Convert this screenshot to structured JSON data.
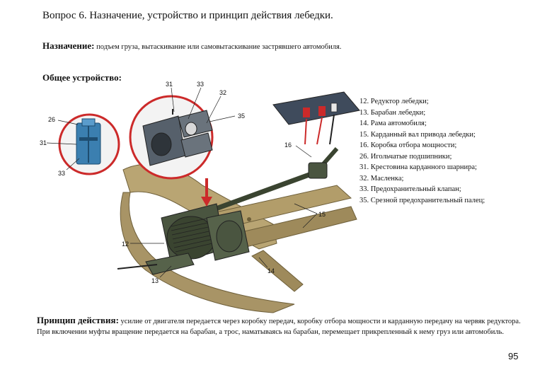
{
  "title": "Вопрос 6. Назначение, устройство и принцип действия лебедки.",
  "purpose": {
    "label": "Назначение:",
    "text": " подъем груза, вытаскивание или самовытаскивание застрявшего автомобиля."
  },
  "structure": {
    "heading": "Общее устройство:"
  },
  "figure": {
    "callouts": [
      "31",
      "33",
      "32",
      "35",
      "26",
      "31",
      "33",
      "16",
      "12",
      "13",
      "14",
      "15"
    ]
  },
  "legend": [
    "12. Редуктор лебедки;",
    "13. Барабан лебедки;",
    "14. Рама автомобиля;",
    "15. Карданный вал привода лебедки;",
    "16. Коробка отбора мощности;",
    "26. Игольчатые подшипники;",
    "31. Крестовина карданного шарнира;",
    "32. Масленка;",
    "33. Предохранительный клапан;",
    "35. Срезной предохранительный палец;"
  ],
  "principle": {
    "label": "Принцип действия:",
    "text": " усилие от двигателя передается через коробку передач, коробку отбора мощности и карданную передачу на червяк редуктора. При включении муфты вращение передается на барабан, а трос, наматываясь на барабан, перемещает прикрепленный к нему груз или автомобиль."
  },
  "page_number": "95",
  "colors": {
    "frame": "#a89466",
    "frame_dark": "#6e5f3a",
    "machinery": "#4a5540",
    "gearbox": "#3f4b5c",
    "detail_red": "#cc2a2a",
    "detail_blue": "#3b7fb0"
  }
}
